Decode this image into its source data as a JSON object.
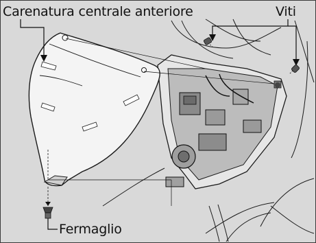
{
  "callouts": {
    "fairing": "Carenatura centrale anteriore",
    "screws": "Viti",
    "clip": "Fermaglio"
  },
  "colors": {
    "background": "#d9d9d9",
    "fairing_fill": "#f2f2f2",
    "line": "#1a1a1a",
    "hardware": "#555555"
  }
}
